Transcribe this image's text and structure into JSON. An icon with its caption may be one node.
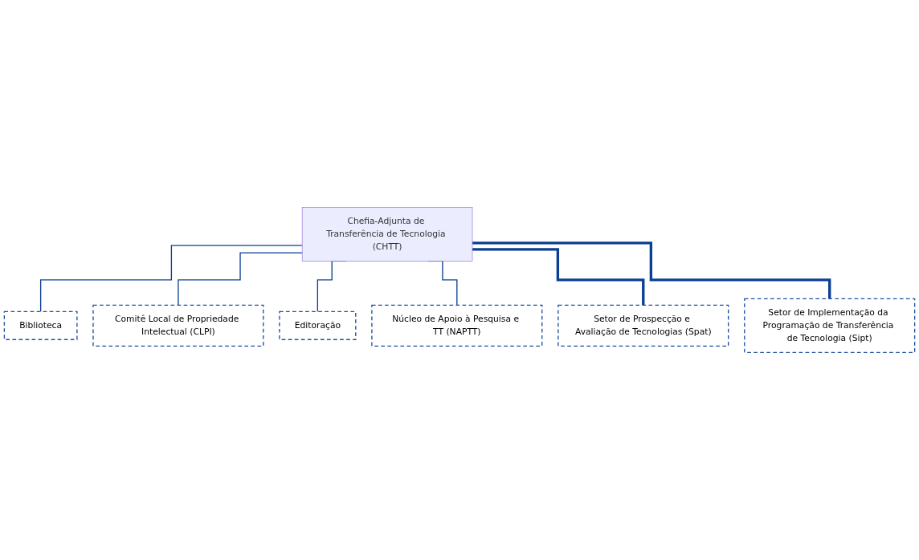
{
  "diagram": {
    "nodes": [
      {
        "text": [
          "Chefia-Adjunta de Transferência de Tecnologia (CHTT)"
        ]
      },
      {
        "text": [
          "Biblioteca"
        ]
      },
      {
        "text": [
          "Comitê Local de Propriedade Intelectual (CLPI)"
        ]
      },
      {
        "text": [
          "Editoração"
        ]
      },
      {
        "text": [
          "Núcleo de Apoio à Pesquisa e TT (NAPTT)"
        ]
      },
      {
        "text": [
          "Setor de Prospecção e Avaliação de Tecnologias (Spat)"
        ]
      },
      {
        "text": [
          "Setor de Implementação da Programação de Transferência de Tecnologia (Sipt)"
        ]
      }
    ],
    "edges": [
      {
        "from": 0,
        "to": 1,
        "arrow": "none"
      },
      {
        "from": 0,
        "to": 2,
        "arrow": "none"
      },
      {
        "from": 0,
        "to": 3,
        "arrow": "none"
      },
      {
        "from": 0,
        "to": 4,
        "arrow": "none"
      },
      {
        "from": 0,
        "to": 5,
        "arrow": "none",
        "style": "thick"
      },
      {
        "from": 0,
        "to": 6,
        "arrow": "none",
        "style": "thick"
      }
    ]
  }
}
